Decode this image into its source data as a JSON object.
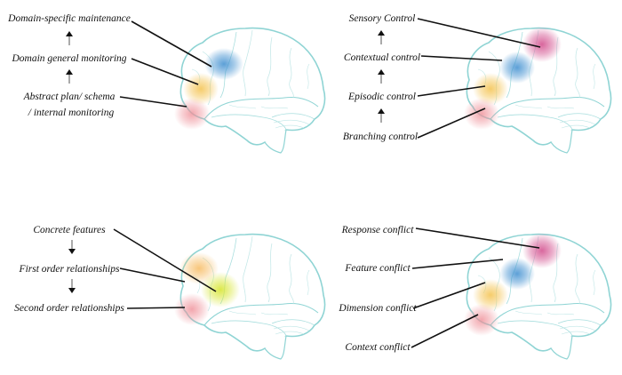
{
  "panels": [
    {
      "id": "maintenance-hierarchy",
      "arrow_direction": "up",
      "labels": [
        {
          "text": "Domain-specific maintenance",
          "region_color": "#3f8fd0"
        },
        {
          "text": "Domain general monitoring",
          "region_color": "#f4c350"
        },
        {
          "text": "Abstract plan/ schema",
          "text2": "/ internal monitoring",
          "region_color": "#ef8f98"
        }
      ]
    },
    {
      "id": "control-hierarchy",
      "arrow_direction": "up",
      "labels": [
        {
          "text": "Sensory Control",
          "region_color": "#d24c8c"
        },
        {
          "text": "Contextual control",
          "region_color": "#3f8fd0"
        },
        {
          "text": "Episodic control",
          "region_color": "#f4c350"
        },
        {
          "text": "Branching control",
          "region_color": "#ef8f98"
        }
      ]
    },
    {
      "id": "relational-hierarchy",
      "arrow_direction": "down",
      "labels": [
        {
          "text": "Concrete features",
          "region_color": "#d8e636"
        },
        {
          "text": "First order relationships",
          "region_color": "#f6b85a"
        },
        {
          "text": "Second order relationships",
          "region_color": "#ef8f98"
        }
      ]
    },
    {
      "id": "conflict-hierarchy",
      "arrow_direction": "none",
      "labels": [
        {
          "text": "Response conflict",
          "region_color": "#d24c8c"
        },
        {
          "text": "Feature conflict",
          "region_color": "#3f8fd0"
        },
        {
          "text": "Dimension conflict",
          "region_color": "#f4c350"
        },
        {
          "text": "Context conflict",
          "region_color": "#ef8f98"
        }
      ]
    }
  ],
  "colors": {
    "brain_outline": "#8fd4d4",
    "brain_fill": "#ffffff",
    "leader_line": "#111111"
  }
}
